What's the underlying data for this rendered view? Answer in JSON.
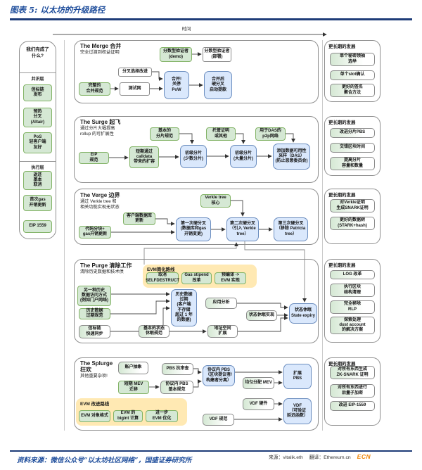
{
  "page": {
    "title": "图表 5:  以太坊的升级路径"
  },
  "timeline": {
    "label": "时间"
  },
  "left_panel": {
    "title": "我们完成了\n什么?",
    "groups": [
      {
        "label": "共识层"
      },
      {
        "label": "执行层"
      }
    ]
  },
  "sections": {
    "merge": {
      "title": "The Merge 合并",
      "subtitle": "完全过渡到权益证明"
    },
    "surge": {
      "title": "The Surge 起飞",
      "subtitle": "通过分片大幅提高\nrollup 的可扩展性"
    },
    "verge": {
      "title": "The Verge 边界",
      "subtitle": "通过 Verkle tree 和\n相关功能实现无状态"
    },
    "purge": {
      "title": "The Purge 清除工作",
      "subtitle": "清除历史数据和技术债",
      "group_label": "EVM简化路线"
    },
    "splurge": {
      "title": "The Splurge\n狂欢",
      "subtitle": "其他重要杂项!",
      "group_label": "EVM 改进路线"
    }
  },
  "longer_term": {
    "label": "更长期的发展"
  },
  "nodes": {
    "lp1": "信标链\n发布",
    "lp2": "预热\n分叉\n(Altair)",
    "lp3": "PoS\n轻客户端\n友好",
    "lp4": "返还\n基本\n取消",
    "lp5": "首次gas\n开销更新",
    "lp6": "EIP 1559",
    "m_demo": "分数型验证者\n(demo)",
    "m_deploy": "分数型验证者\n(部署)",
    "m_forkchoice": "分叉选择改进",
    "m_spec": "完整的\n合并规范",
    "m_testnet": "测试网",
    "m_merge": "合并!\n关停\nPoW",
    "m_posthf": "合并后\n硬分叉\n启动提款",
    "s_eip": "EIP\n规范",
    "s_calldata": "短期通过\ncalldata\n带来的扩容",
    "s_shardspec": "基本的\n分片规范",
    "s_shard1": "初级分片\n(少数分片)",
    "s_custody": "托管证明\n或其他",
    "s_shard2": "初级分片\n(大量分片)",
    "s_p2p": "用于DAS的\np2p网络",
    "s_das": "添加数据可用性\n采样（DAS）\n(防止恶意委员会)",
    "v_clientdb": "客户端数据库\n更新",
    "v_codechunk": "代码分块+\ngas开销更新",
    "v_hf1": "第一次硬分叉\n(数据库和gas\n开销变更)",
    "v_verkle": "Verkle tree\n核心",
    "v_hf2": "第二次硬分叉\n（引入 Verkle\ntree）",
    "v_hf3": "第三次硬分叉\n（移除 Patricia\ntree）",
    "p_selfdestruct": "取消\nSELFDESTRUCT",
    "p_gasstipend": "Gas stipend\n改革",
    "p_precompile": "预编译 ->\nEVM 实现",
    "p_alt": "另一种历史\n数据访问方式\n(例如门户网络)",
    "p_expiryspec": "历史数据\n过期规范",
    "p_beacon": "信标链\n快速同步",
    "p_histexpiry": "历史数据\n过期\n(客户端\n不存储\n超过 1 年\n的数据)",
    "p_appanalysis": "应用分析",
    "p_stateimpl": "状态休眠实现",
    "p_statespec": "基本的状态\n休眠规范",
    "p_addrspace": "地址空间\n扩展",
    "p_expiry": "状态休眠\nState expiry",
    "sp_account": "账户抽象",
    "sp_pbscensor": "PBS 抗审查",
    "sp_mev": "短期 MEV\n迁移",
    "sp_pbsspec": "协议内 PBS\n基本规范",
    "sp_inpbs": "协议内 PBS\n（区块提议者/\n构建者分离）",
    "sp_mevdist": "均匀分配 MEV",
    "sp_expbs": "扩展\nPBS",
    "sp_evmobj": "EVM 对象格式",
    "sp_bigint": "EVM 的\nbigint 计算",
    "sp_evmopt": "进一步\nEVM 优化",
    "sp_vdfhw": "VDF 硬件",
    "sp_vdfspec": "VDF 规范",
    "sp_vdf": "VDF\n（可验证\n延迟函数）",
    "lt1a": "单个秘密领袖\n选举",
    "lt1b": "单个slot确认",
    "lt1c": "更好的签名\n聚合方法",
    "lt2a": "改进分片PBS",
    "lt2b": "交错区块时间",
    "lt2c": "提高分片\n容量和数量",
    "lt3a": "对Verkle证明\n生成SNARK证明",
    "lt3b": "更好的数据树\n(STARK+hash)",
    "lt4a": "LOG 改革",
    "lt4b": "执行区块\n结构清理",
    "lt4c": "完全移除\nRLP",
    "lt4d": "探索处理\ndust account\n的解决方案",
    "lt5a": "对所有东西生成\nZK-SNARK 证明",
    "lt5b": "对所有东西进行\n后量子加密",
    "lt5c": "改进 EIP-1559"
  },
  "credits": {
    "source": "来源：vitalik.eth",
    "translation": "翻译：Ethereum.cn",
    "logo": "ECN"
  },
  "footer": {
    "text": "资料来源：微信公众号“以太坊社区网络”，国盛证券研究所"
  },
  "colors": {
    "green": "#d5e8d4",
    "green_border": "#82b366",
    "blue": "#dae8fc",
    "blue_border": "#6c8ebf",
    "yellow": "#ffe9b3",
    "accent": "#1f4e9c",
    "rule": "#1e3c78",
    "orange": "#f08300"
  }
}
